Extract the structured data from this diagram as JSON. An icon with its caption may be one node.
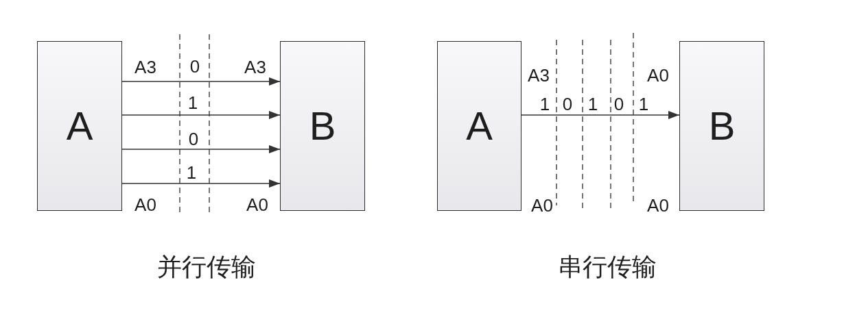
{
  "diagram": {
    "nodes": [
      {
        "text": [
          "A"
        ]
      },
      {
        "text": [
          "B"
        ]
      },
      {
        "text": [
          "A"
        ]
      },
      {
        "text": [
          "B"
        ]
      }
    ],
    "edges": [
      {
        "from": 0,
        "to": 1,
        "arrow": "to",
        "label": "0"
      },
      {
        "from": 0,
        "to": 1,
        "arrow": "to",
        "label": "1"
      },
      {
        "from": 0,
        "to": 1,
        "arrow": "to",
        "label": "0"
      },
      {
        "from": 0,
        "to": 1,
        "arrow": "to",
        "label": "1"
      },
      {
        "from": 2,
        "to": 3,
        "arrow": "to"
      }
    ],
    "labels": [
      "A3",
      "A3",
      "A0",
      "A0",
      "A3",
      "A0",
      "1",
      "0",
      "1",
      "0",
      "1",
      "A0",
      "A0",
      "并行传输",
      "串行传输"
    ]
  }
}
